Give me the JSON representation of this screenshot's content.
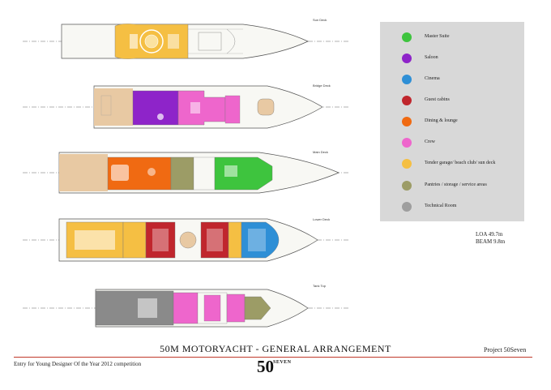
{
  "decks": [
    {
      "label": "Sun Deck"
    },
    {
      "label": "Bridge Deck"
    },
    {
      "label": "Main Deck"
    },
    {
      "label": "Lower Deck"
    },
    {
      "label": "Tank Top"
    }
  ],
  "legend": [
    {
      "label": "Master Suite",
      "color": "#3ec43e"
    },
    {
      "label": "Saloon",
      "color": "#8e24c9"
    },
    {
      "label": "Cinema",
      "color": "#2e8fd6"
    },
    {
      "label": "Guest cabins",
      "color": "#c0262d"
    },
    {
      "label": "Dining & lounge",
      "color": "#f06a12"
    },
    {
      "label": "Crew",
      "color": "#ee66cc"
    },
    {
      "label": "Tender garage/ beach club/ sun deck",
      "color": "#f5bf43"
    },
    {
      "label": "Pantries / storage / service areas",
      "color": "#9c9c66"
    },
    {
      "label": "Technical Room",
      "color": "#9e9e9e"
    }
  ],
  "dimensions": {
    "loa": "LOA 49.7m",
    "beam": "BEAM 9.8m"
  },
  "title": "50M MOTORYACHT - GENERAL ARRANGEMENT",
  "project": "Project 50Seven",
  "entry": "Entry for Young Designer Of the Year 2012 competition",
  "logo": {
    "main": "50",
    "sub": "SEVEN"
  },
  "colors": {
    "teak": "#e8c9a3",
    "hull": "#f5f5f0",
    "gray": "#8a8a8a",
    "line": "#555555"
  }
}
